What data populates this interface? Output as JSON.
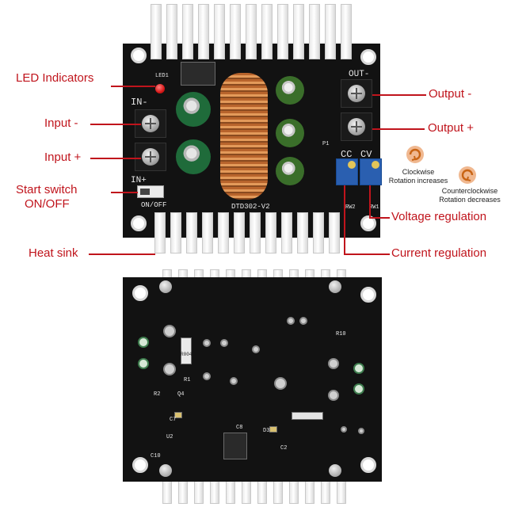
{
  "labels": {
    "led_indicators": "LED Indicators",
    "input_minus": "Input -",
    "input_plus": "Input +",
    "start_switch_line1": "Start switch",
    "start_switch_line2": "ON/OFF",
    "heat_sink": "Heat sink",
    "output_minus": "Output -",
    "output_plus": "Output +",
    "voltage_regulation": "Voltage regulation",
    "current_regulation": "Current regulation",
    "clockwise_line1": "Clockwise",
    "clockwise_line2": "Rotation increases",
    "counterclockwise_line1": "Counterclockwise",
    "counterclockwise_line2": "Rotation decreases"
  },
  "pcb_text": {
    "in_minus": "IN-",
    "in_plus": "IN+",
    "out_minus": "OUT-",
    "on_off": "ON/OFF",
    "model": "DTD302-V2",
    "cc": "CC",
    "cv": "CV",
    "rw2": "RW2",
    "rw1": "RW1",
    "p1": "P1",
    "led1": "LED1",
    "r1": "R1",
    "r10": "R10",
    "r2": "R2",
    "q4": "Q4",
    "c7": "C7",
    "c8": "C8",
    "c10": "C10",
    "c2": "C2",
    "d3": "D3",
    "u2": "U2",
    "r004": "R004"
  },
  "colors": {
    "callout_red": "#c0141c",
    "pcb_black": "#121212",
    "pot_blue": "#2a5fb0",
    "coil_copper": "#c7743a"
  },
  "icons": {
    "clockwise": "clockwise-rotation-icon",
    "counterclockwise": "counterclockwise-rotation-icon"
  }
}
